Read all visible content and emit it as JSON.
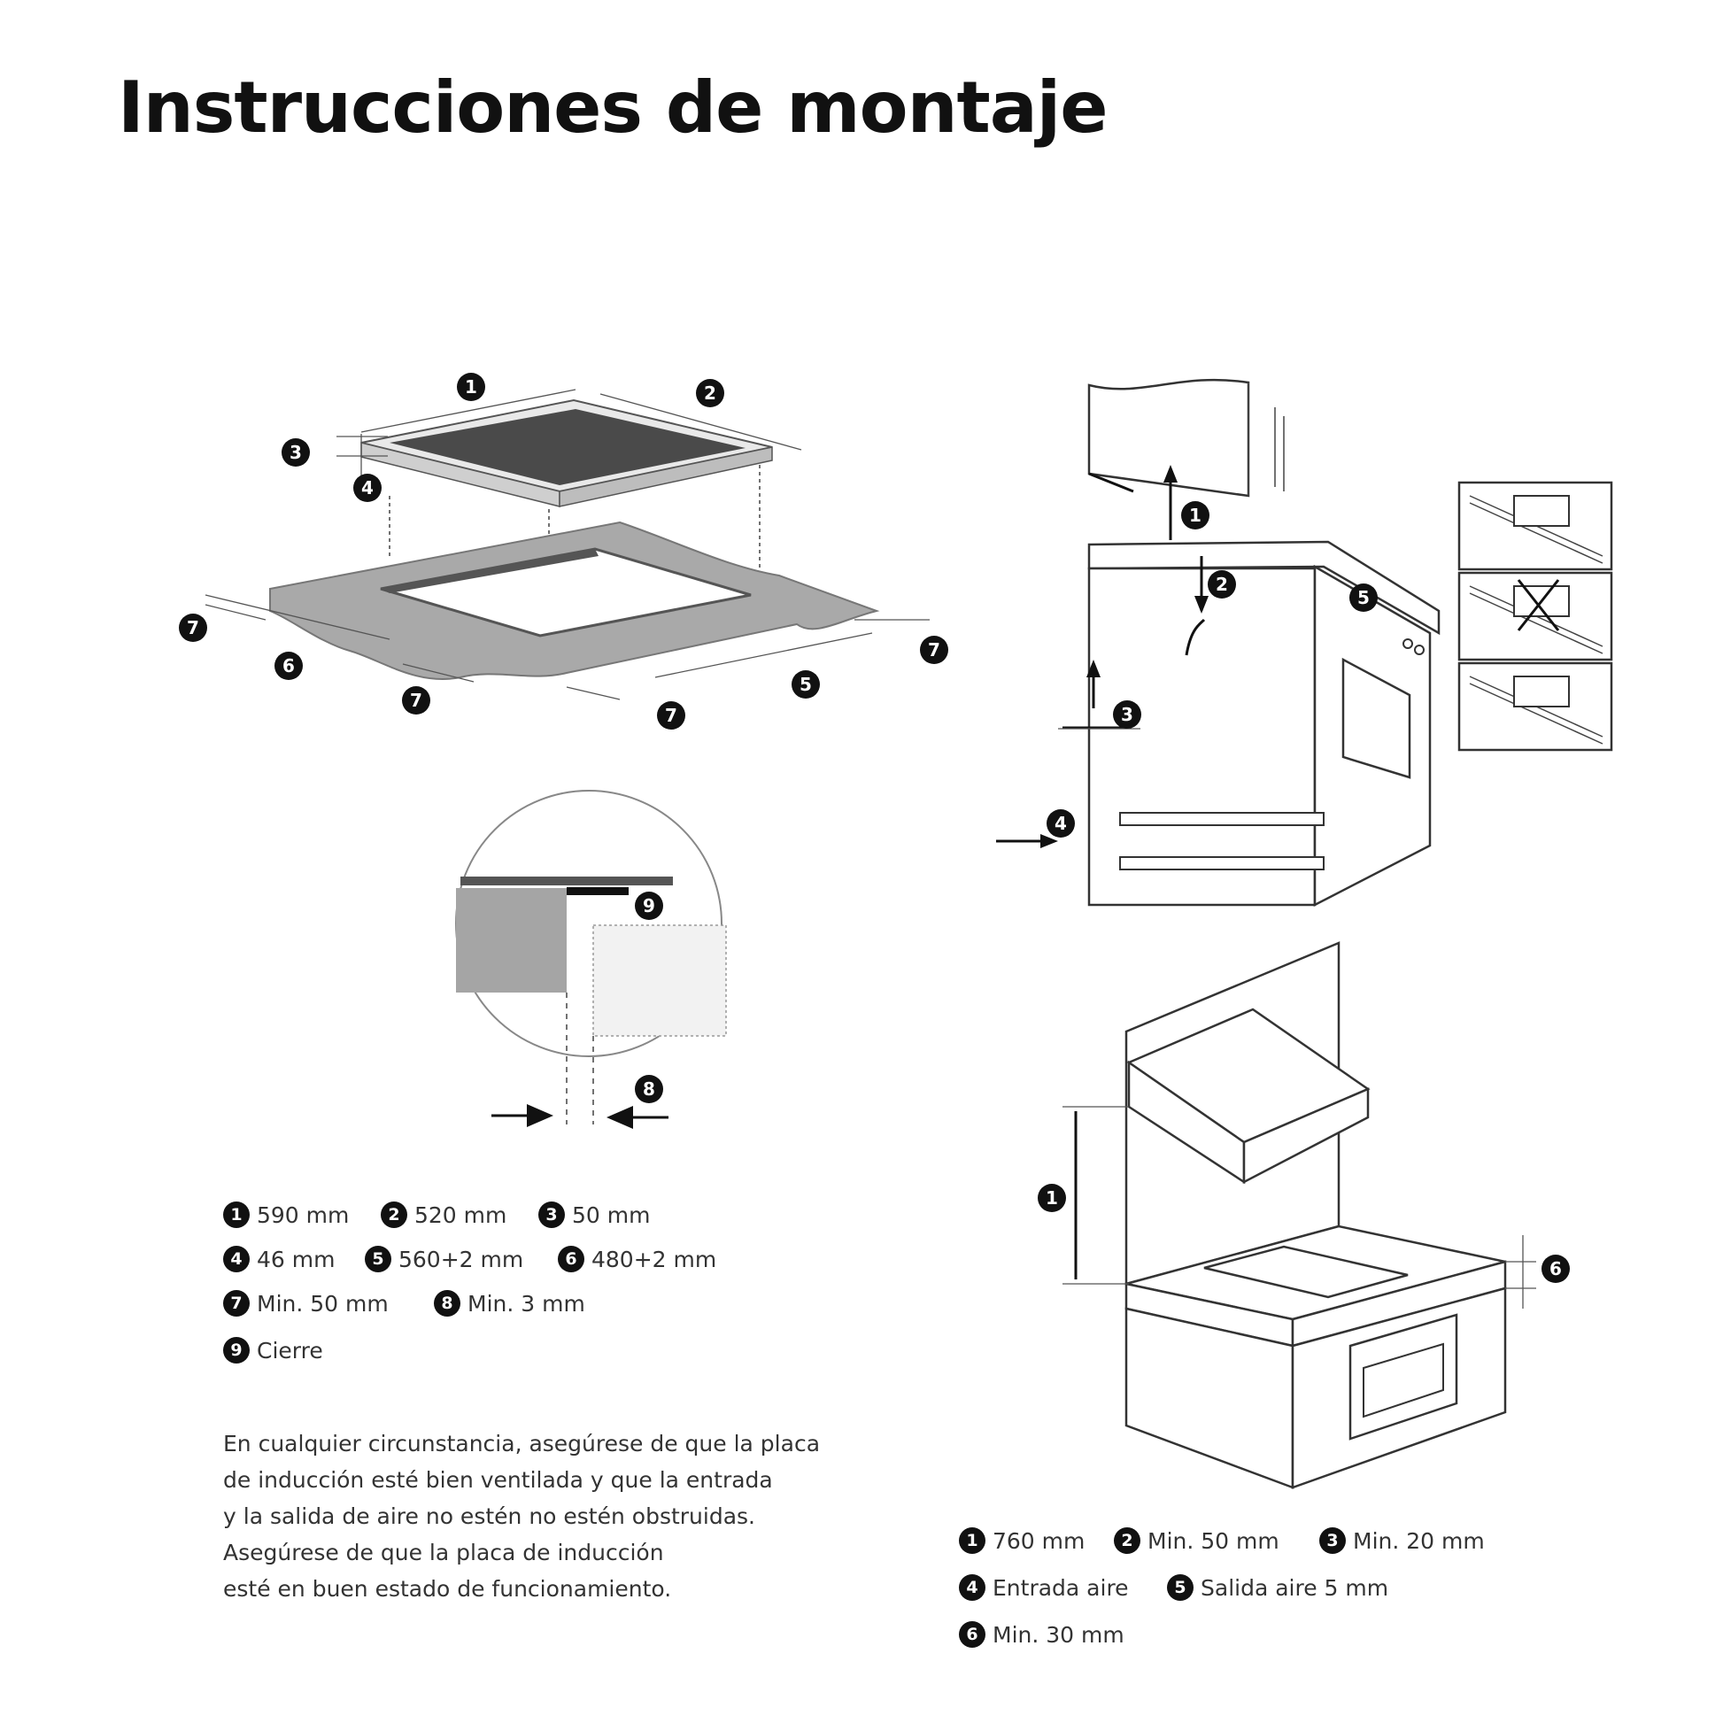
{
  "title": "Instrucciones de montaje",
  "hob_figure": {
    "markers": [
      "1",
      "2",
      "3",
      "4",
      "5",
      "6",
      "7",
      "7",
      "7",
      "7"
    ],
    "detail_markers": [
      "9",
      "8"
    ]
  },
  "cabinet_figure": {
    "markers": [
      "1",
      "2",
      "5",
      "3",
      "4"
    ]
  },
  "hood_figure": {
    "markers": [
      "1",
      "6"
    ]
  },
  "legend_left": [
    {
      "num": "1",
      "text": "590 mm"
    },
    {
      "num": "2",
      "text": "520 mm"
    },
    {
      "num": "3",
      "text": "50 mm"
    },
    {
      "num": "4",
      "text": "46 mm"
    },
    {
      "num": "5",
      "text": "560+2 mm"
    },
    {
      "num": "6",
      "text": "480+2 mm"
    },
    {
      "num": "7",
      "text": "Min. 50 mm"
    },
    {
      "num": "8",
      "text": "Min. 3 mm"
    },
    {
      "num": "9",
      "text": "Cierre"
    }
  ],
  "legend_right": [
    {
      "num": "1",
      "text": "760 mm"
    },
    {
      "num": "2",
      "text": "Min. 50 mm"
    },
    {
      "num": "3",
      "text": "Min. 20 mm"
    },
    {
      "num": "4",
      "text": "Entrada aire"
    },
    {
      "num": "5",
      "text": "Salida aire 5 mm"
    },
    {
      "num": "6",
      "text": "Min. 30 mm"
    }
  ],
  "note_lines": [
    "En cualquier circunstancia, asegúrese de que la placa",
    "de inducción esté bien ventilada y que la entrada",
    "y la salida de aire no estén no estén obstruidas.",
    "Asegúrese de que la placa de inducción",
    "esté en buen estado de funcionamiento."
  ]
}
